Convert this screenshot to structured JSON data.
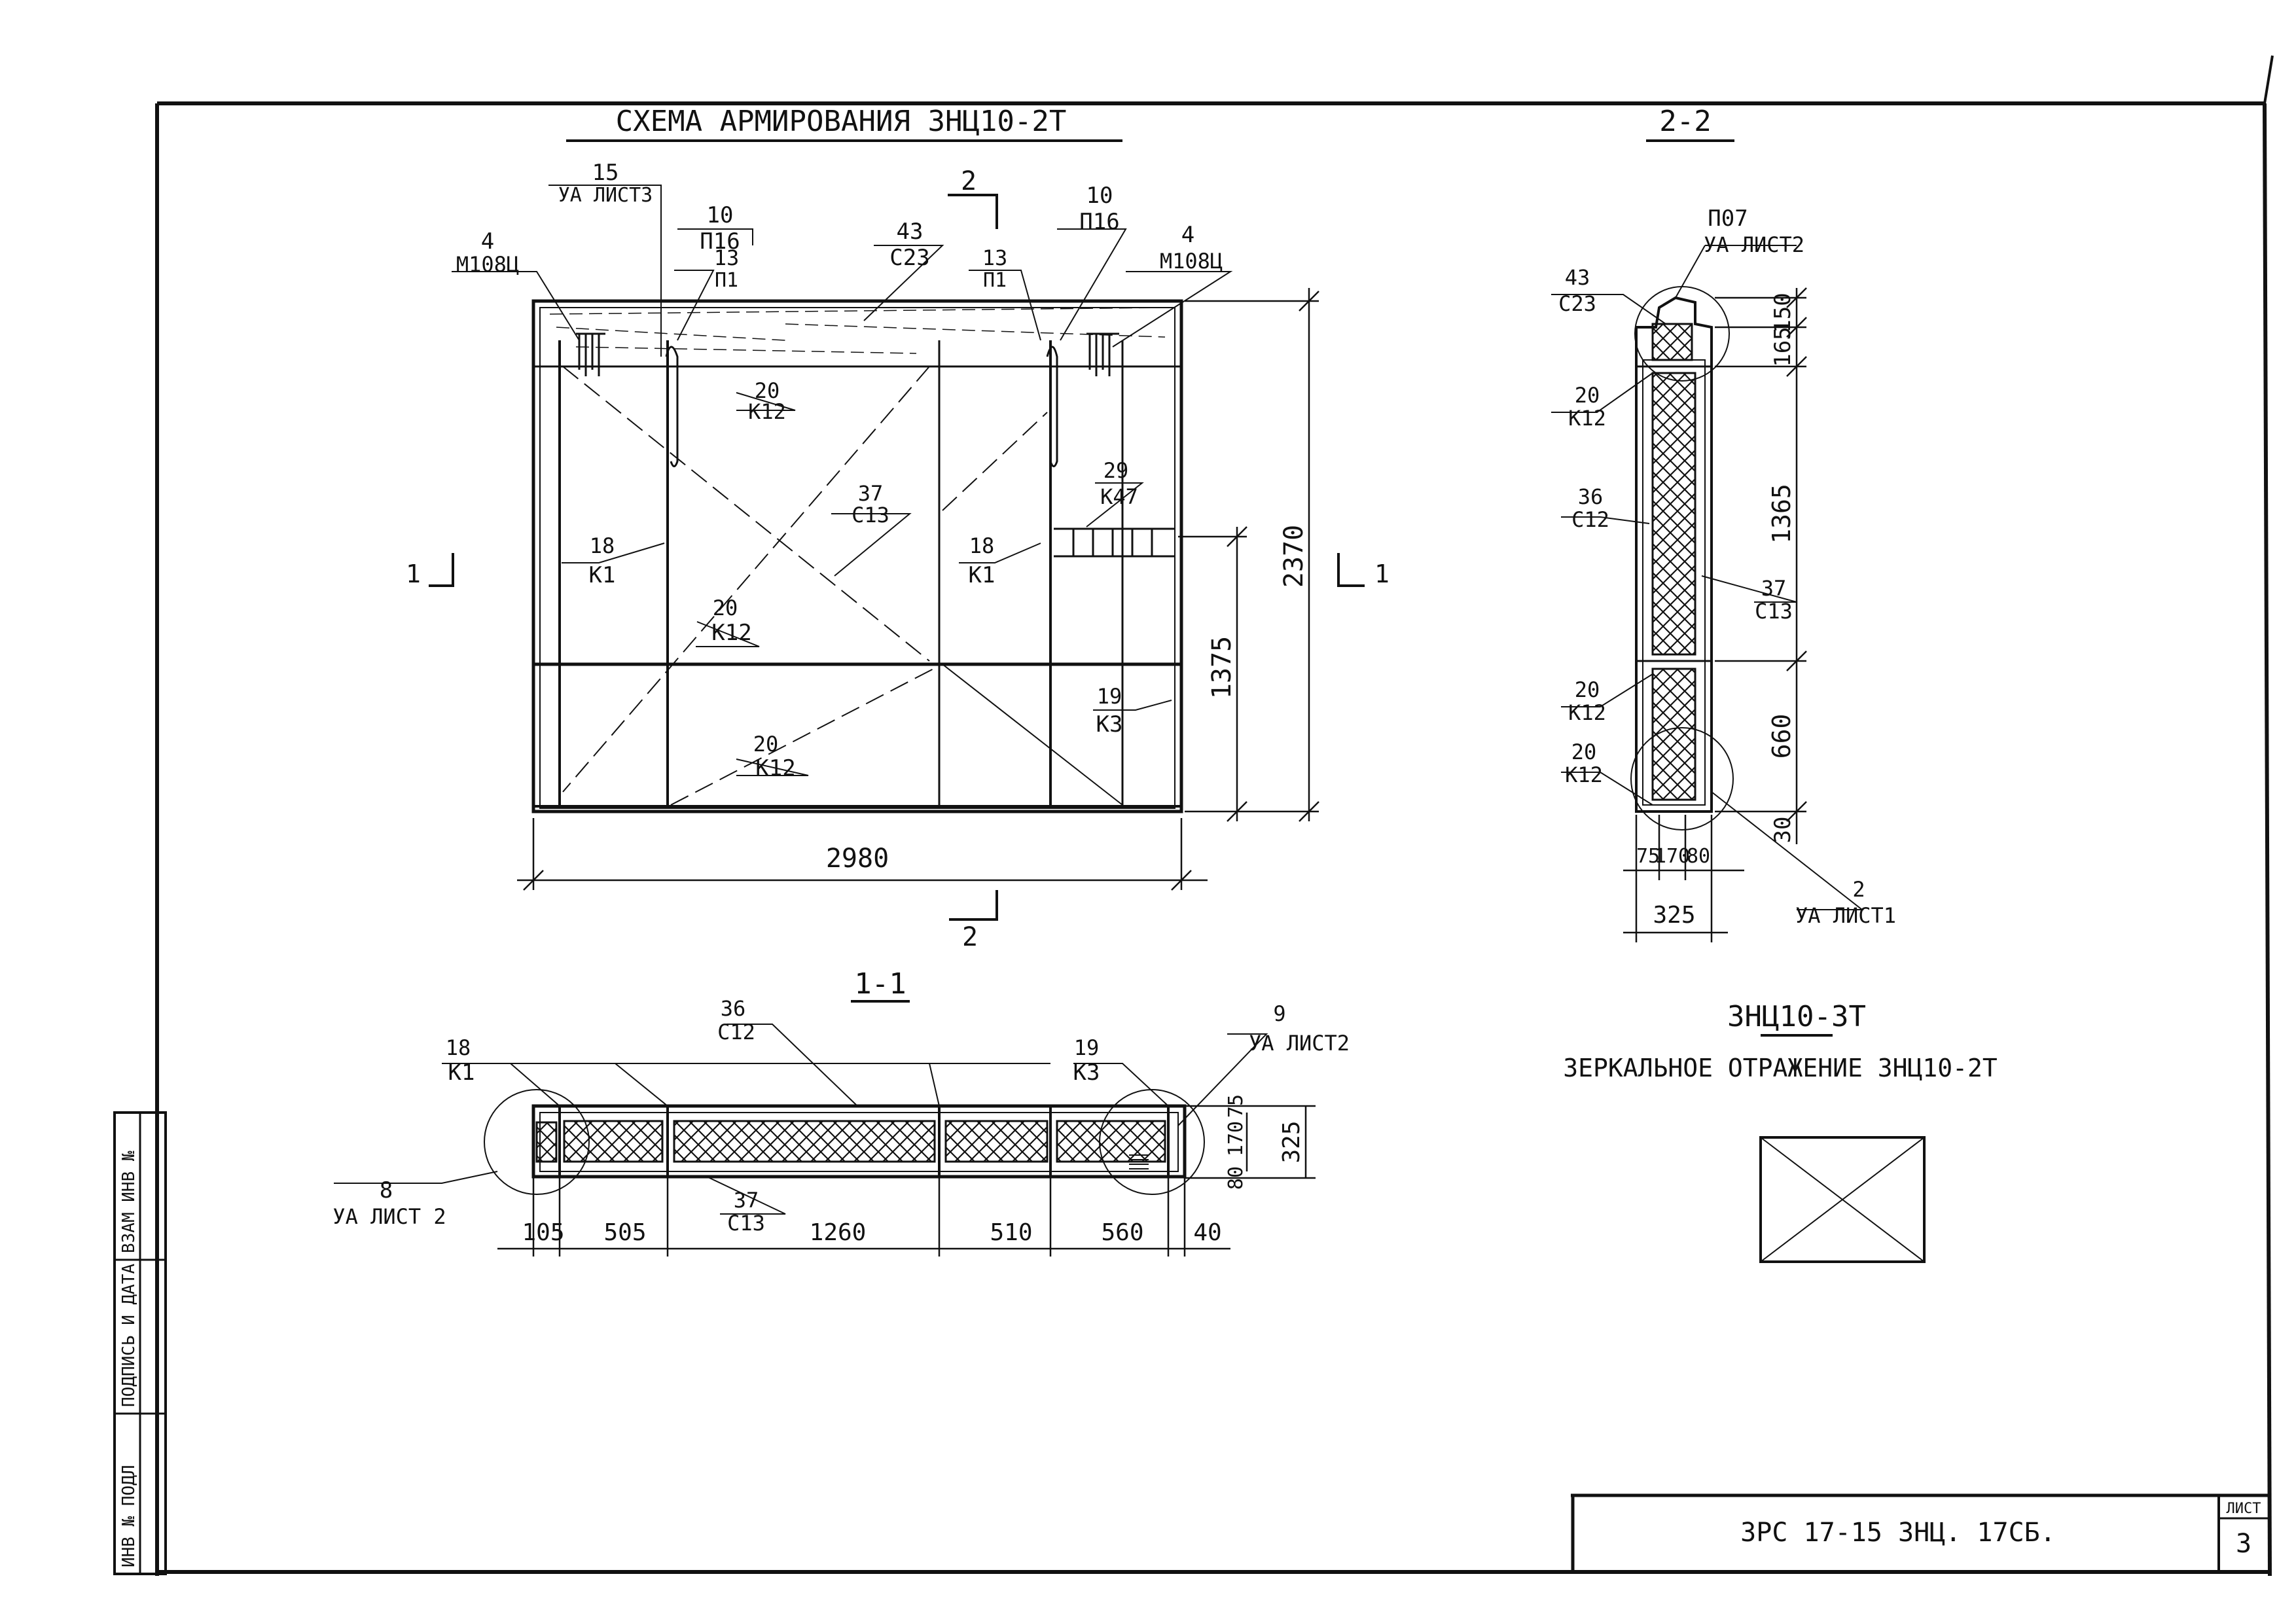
{
  "main": {
    "title": "СХЕМА АРМИРОВАНИЯ ЗНЦ10-2Т",
    "marks": {
      "m15": "15",
      "m15b": "УА ЛИСТ3",
      "m10a": "10",
      "m10ab": "П16",
      "m13a": "13",
      "m13ab": "П1",
      "m43": "43",
      "m43b": "С23",
      "m13b": "13",
      "m13bb": "П1",
      "m10b": "10",
      "m10bb": "П16",
      "m4a": "4",
      "m4ab": "М108Ц",
      "m4b": "4",
      "m4bb": "М108Ц",
      "m20a": "20",
      "m20ab": "К12",
      "m37": "37",
      "m37b": "С13",
      "m29": "29",
      "m29b": "К47",
      "m18a": "18",
      "m18ab": "К1",
      "m18b": "18",
      "m18bb": "К1",
      "m20b": "20",
      "m20bb": "К12",
      "m19": "19",
      "m19b": "К3",
      "m20c": "20",
      "m20cb": "К12"
    },
    "dims": {
      "width": "2980",
      "height": "2370",
      "side": "1375"
    },
    "cuts": {
      "c1l": "1",
      "c1r": "1",
      "c2t": "2",
      "c2b": "2"
    }
  },
  "section11": {
    "title": "1-1",
    "marks": {
      "m36": "36",
      "m36b": "С12",
      "m18": "18",
      "m18b": "К1",
      "m19": "19",
      "m19b": "К3",
      "m9": "9",
      "m9b": "УА ЛИСТ2",
      "m8": "8",
      "m8b": "УА ЛИСТ 2",
      "m37": "37",
      "m37b": "С13"
    },
    "dims": [
      "105",
      "505",
      "1260",
      "510",
      "560",
      "40"
    ],
    "vdims": {
      "a": "75",
      "b": "170",
      "c": "80",
      "total": "325"
    }
  },
  "section22": {
    "title": "2-2",
    "marks": {
      "mp07": "П07",
      "mp07b": "УА ЛИСТ2",
      "m43": "43",
      "m43b": "С23",
      "m20a": "20",
      "m20ab": "К12",
      "m36": "36",
      "m36b": "С12",
      "m37": "37",
      "m37b": "С13",
      "m20b": "20",
      "m20bb": "К12",
      "m20c": "20",
      "m20cb": "К12",
      "m2": "2",
      "m2b": "УА ЛИСТ1"
    },
    "vdims": {
      "a": "150",
      "b": "165",
      "c": "1365",
      "d": "660",
      "e": "30"
    },
    "hdims": {
      "a": "75",
      "b": "170",
      "c": "80",
      "total": "325"
    }
  },
  "variant": {
    "title": "ЗНЦ10-3Т",
    "text": "ЗЕРКАЛЬНОЕ ОТРАЖЕНИЕ ЗНЦ10-2Т"
  },
  "stamp": {
    "left": [
      "ИНВ № ПОДЛ",
      "ПОДПИСЬ И ДАТА",
      "ВЗАМ ИНВ №"
    ],
    "code": "ЗРС 17-15 ЗНЦ. 17СБ.",
    "sheet_label": "ЛИСТ",
    "sheet_number": "3"
  }
}
